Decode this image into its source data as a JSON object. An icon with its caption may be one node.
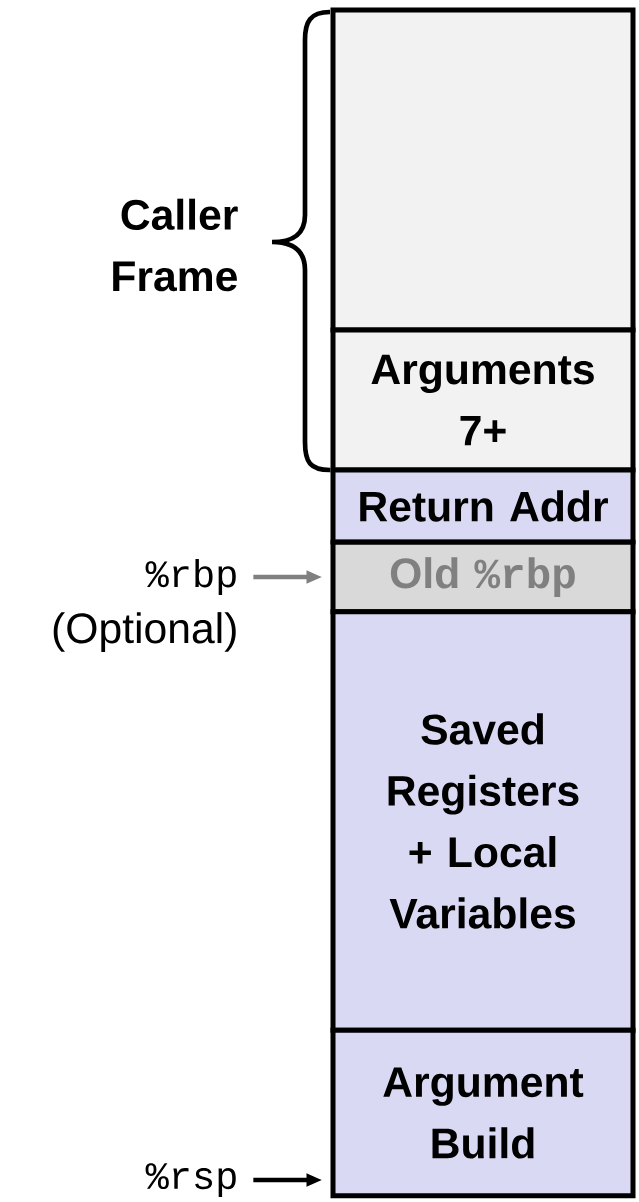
{
  "diagram": {
    "nodes": [
      {
        "text": [],
        "shape": "box"
      },
      {
        "text": [
          "Arguments 7+"
        ]
      },
      {
        "text": [
          "Return Addr"
        ]
      },
      {
        "text": [
          "Old",
          "%rbp"
        ]
      },
      {
        "text": [
          "Saved Registers + Local Variables"
        ]
      },
      {
        "text": [
          "Argument Build"
        ]
      },
      {
        "text": [
          "%rbp"
        ],
        "beside": [
          "(Optional)"
        ]
      },
      {
        "text": [
          "%rsp"
        ]
      }
    ],
    "edges": [
      {
        "from": 6,
        "to": 3,
        "arrow": "to",
        "color": "#808080"
      },
      {
        "from": 7,
        "to": 5,
        "arrow": "to",
        "color": "#000000"
      }
    ],
    "labels": [
      "Caller Frame"
    ]
  }
}
